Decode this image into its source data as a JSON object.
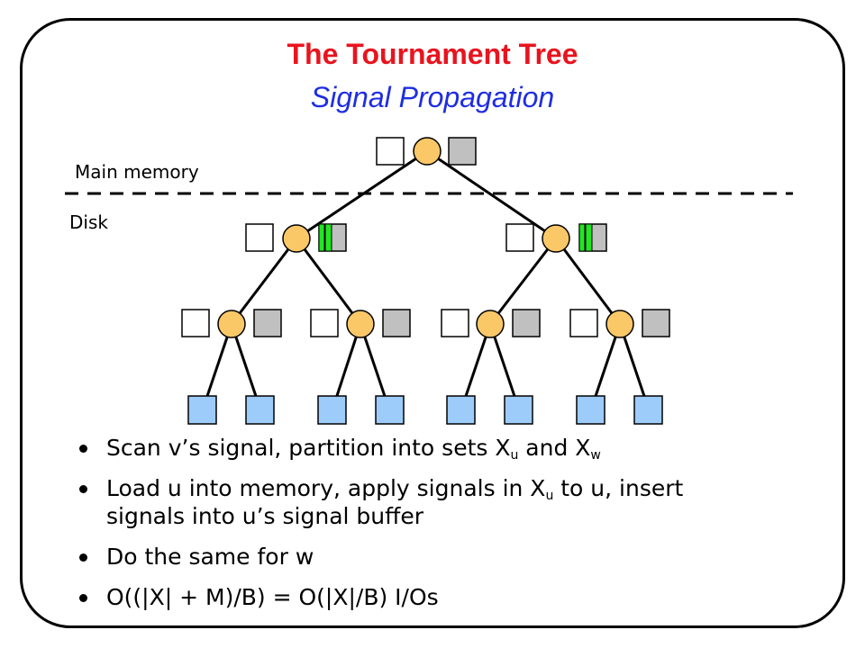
{
  "slide": {
    "title": "The Tournament Tree",
    "subtitle": "Signal Propagation"
  },
  "diagram": {
    "main_memory_label": "Main memory",
    "disk_label": "Disk"
  },
  "colors": {
    "title": "#e8141e",
    "subtitle": "#1e2ee0",
    "node": "#fbc867",
    "buffer_gray": "#c0c0c0",
    "signal_green": "#22e622",
    "leaf_blue": "#9dccfb"
  },
  "bullets": [
    {
      "parts": [
        "Scan v’s signal, partition into sets X",
        "u",
        " and X",
        "w",
        ""
      ]
    },
    {
      "parts": [
        "Load u into memory, apply signals in X",
        "u",
        " to u, insert signals into u’s signal buffer"
      ]
    },
    {
      "parts": [
        "Do the same for w"
      ]
    },
    {
      "parts": [
        "O((|X| + M)/B) = O(|X|/B) I/Os"
      ]
    }
  ]
}
